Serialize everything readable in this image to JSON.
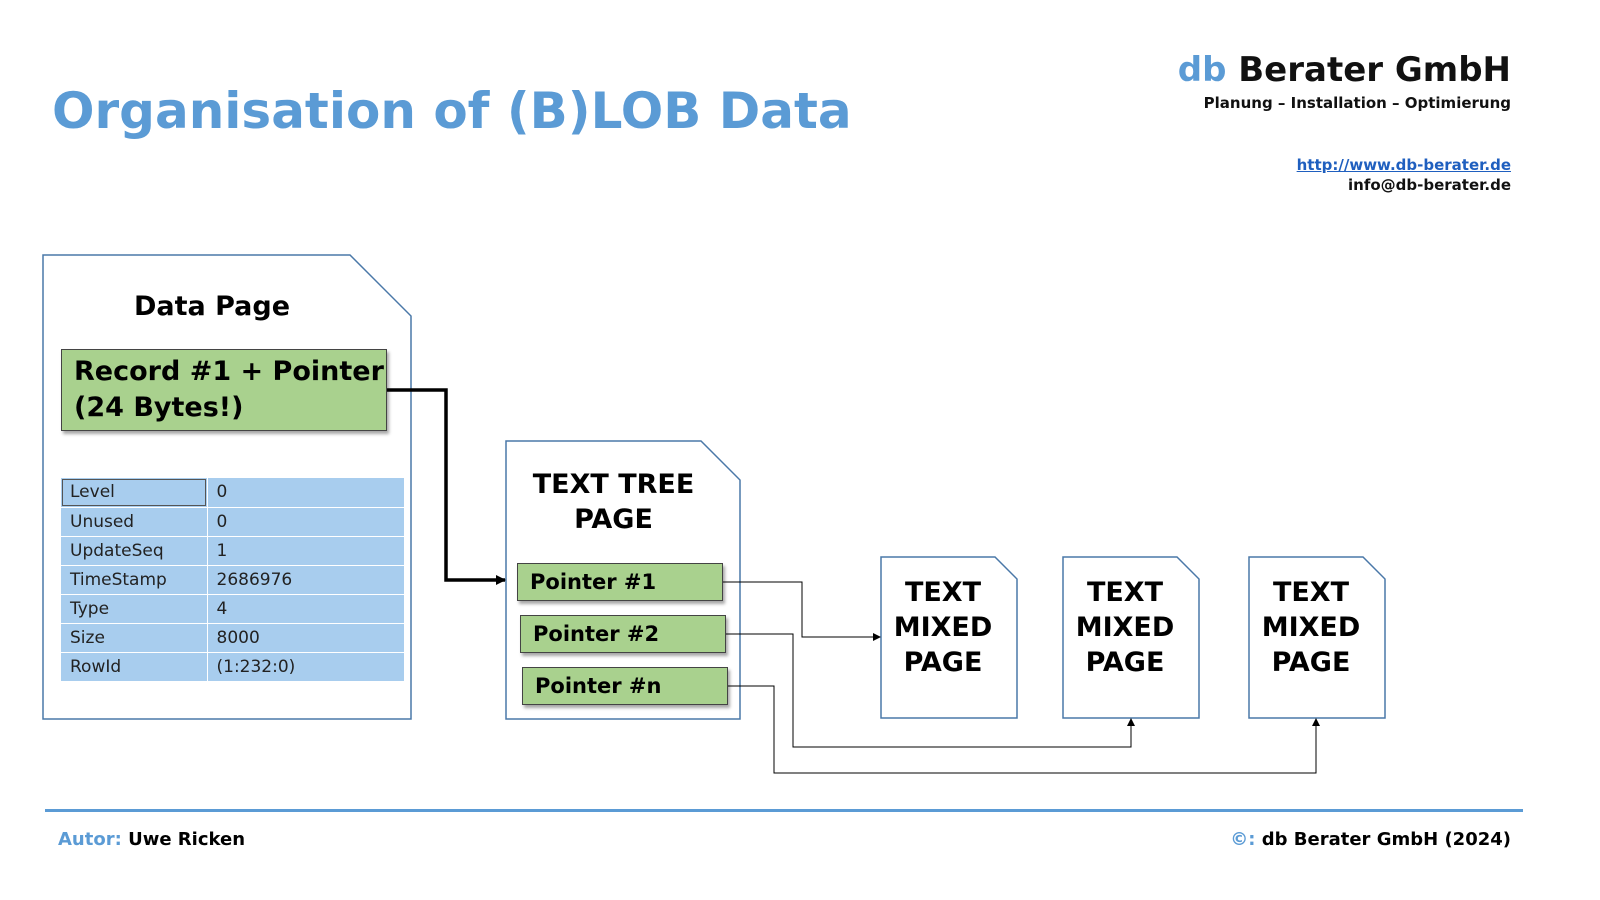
{
  "title": "Organisation of (B)LOB Data",
  "brand": {
    "prefix": "db",
    "name": "Berater GmbH",
    "tagline": "Planung – Installation – Optimierung"
  },
  "contact": {
    "url": "http://www.db-berater.de",
    "email": "info@db-berater.de"
  },
  "data_page": {
    "title": "Data Page",
    "record_line1": "Record #1 + Pointer",
    "record_line2": "(24 Bytes!)",
    "properties": [
      {
        "key": "Level",
        "value": "0"
      },
      {
        "key": "Unused",
        "value": "0"
      },
      {
        "key": "UpdateSeq",
        "value": "1"
      },
      {
        "key": "TimeStamp",
        "value": "2686976"
      },
      {
        "key": "Type",
        "value": "4"
      },
      {
        "key": "Size",
        "value": "8000"
      },
      {
        "key": "RowId",
        "value": "(1:232:0)"
      }
    ]
  },
  "text_tree_page": {
    "line1": "TEXT TREE",
    "line2": "PAGE",
    "pointers": [
      "Pointer #1",
      "Pointer #2",
      "Pointer #n"
    ]
  },
  "mixed_pages": [
    {
      "line1": "TEXT",
      "line2": "MIXED",
      "line3": "PAGE"
    },
    {
      "line1": "TEXT",
      "line2": "MIXED",
      "line3": "PAGE"
    },
    {
      "line1": "TEXT",
      "line2": "MIXED",
      "line3": "PAGE"
    }
  ],
  "footer": {
    "author_label": "Autor:",
    "author_name": "Uwe Ricken",
    "copyright_label": "©:",
    "copyright_text": "db Berater GmbH (2024)"
  },
  "colors": {
    "accent": "#5b9bd5",
    "record_fill": "#a9d18e",
    "table_fill": "#a8cdee",
    "page_border": "#4a78a8"
  }
}
